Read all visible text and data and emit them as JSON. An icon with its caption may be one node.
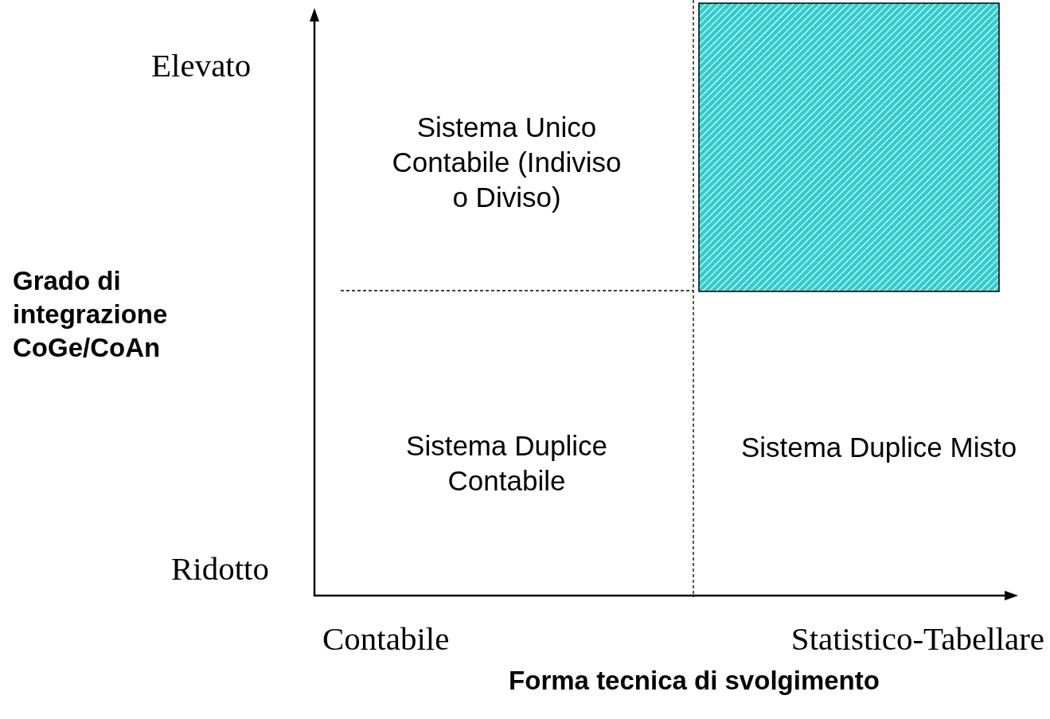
{
  "diagram": {
    "nodes": [
      {
        "text": [],
        "shape": "box"
      }
    ],
    "labels": [
      "Elevato",
      "Sistema Unico Contabile (Indiviso o Diviso)",
      "Grado di integrazione CoGe/CoAn",
      "Sistema Duplice Contabile",
      "Sistema Duplice Misto",
      "Ridotto",
      "Contabile",
      "Statistico-Tabellare",
      "Forma tecnica di svolgimento"
    ]
  }
}
